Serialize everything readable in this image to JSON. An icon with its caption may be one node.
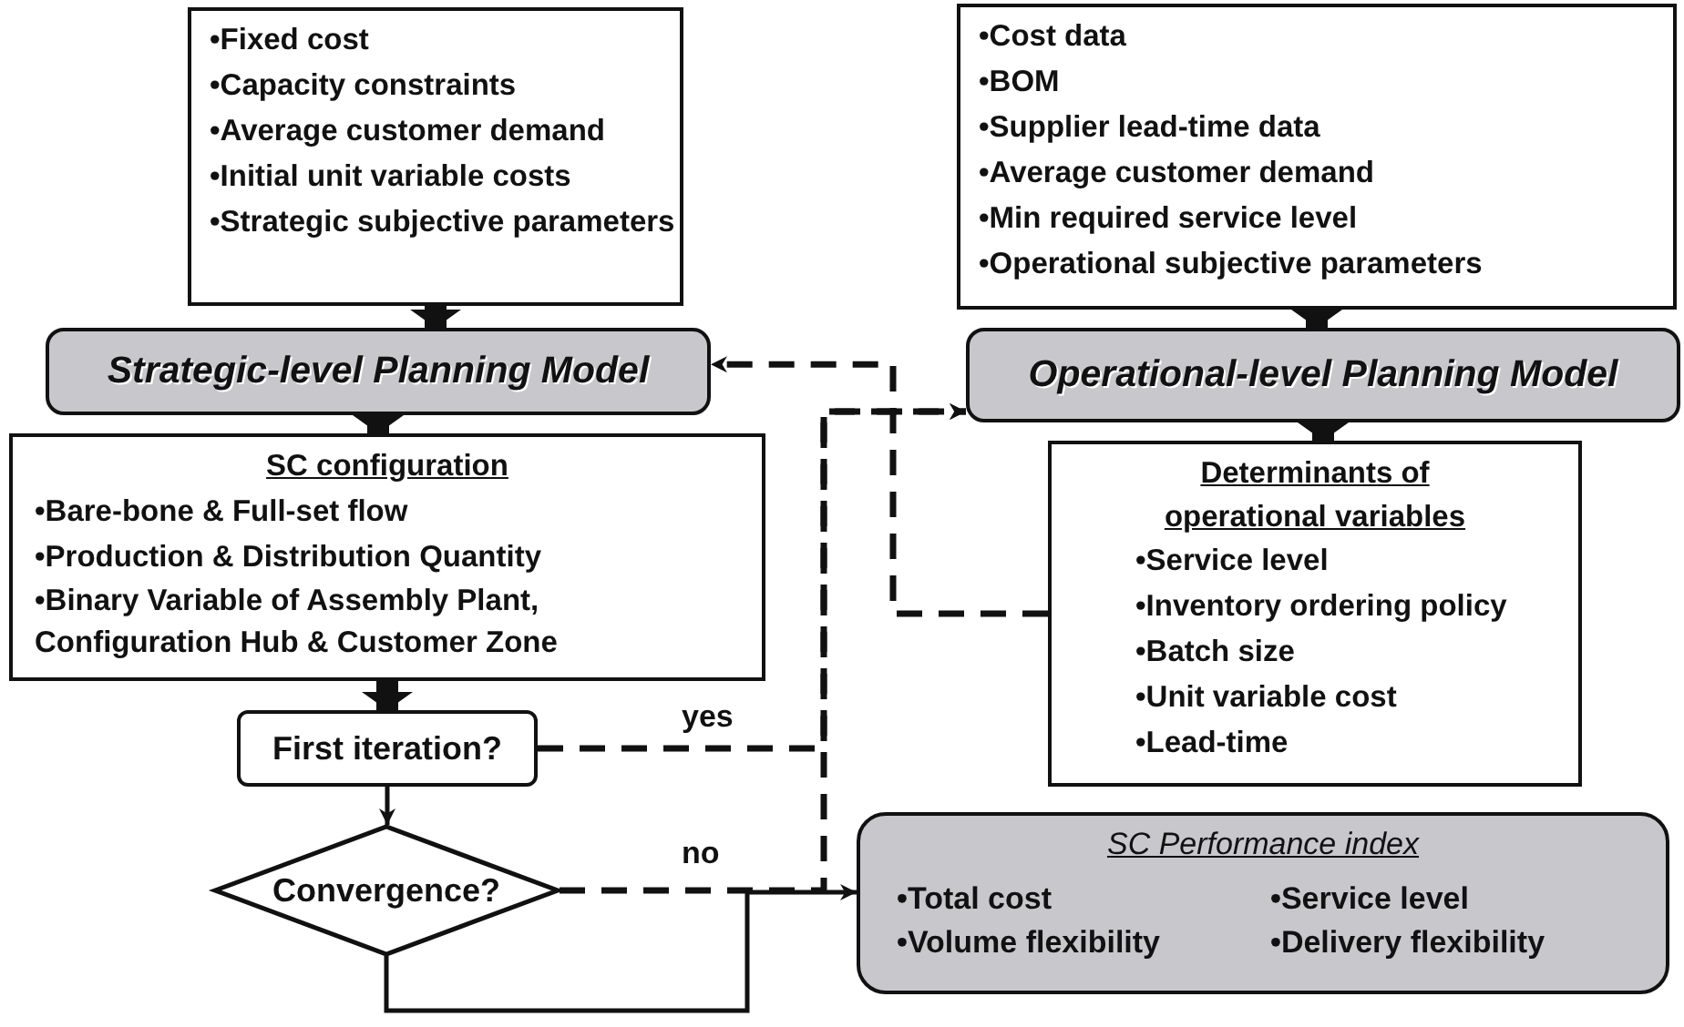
{
  "diagram": {
    "nodes": [
      {
        "text": [
          "•Fixed cost",
          "•Capacity constraints",
          "•Average customer demand",
          "•Initial unit variable costs",
          "•Strategic subjective parameters"
        ]
      },
      {
        "text": [
          "Strategic-level Planning Model"
        ]
      },
      {
        "text": [
          "SC configuration",
          "•Bare-bone & Full-set flow",
          "•Production & Distribution Quantity",
          "•Binary Variable of Assembly Plant, Configuration Hub & Customer Zone"
        ]
      },
      {
        "text": [
          "First iteration?"
        ]
      },
      {
        "text": [
          "Convergence?"
        ]
      },
      {
        "text": [
          "•Cost data",
          "•BOM",
          "•Supplier lead-time data",
          "•Average customer demand",
          "•Min required service level",
          "•Operational subjective parameters"
        ]
      },
      {
        "text": [
          "Operational-level Planning Model"
        ]
      },
      {
        "text": [
          "Determinants of operational variables",
          "•Service level",
          "•Inventory ordering policy",
          "•Batch size",
          "•Unit variable cost",
          "•Lead-time"
        ]
      },
      {
        "text": [
          "SC Performance index",
          "•Total cost",
          "•Service level",
          "•Volume flexibility",
          "•Delivery flexibility"
        ]
      }
    ],
    "edges": [
      {
        "from": 0,
        "to": 1,
        "arrow": "to",
        "style": "thick"
      },
      {
        "from": 1,
        "to": 2,
        "arrow": "to",
        "style": "thick"
      },
      {
        "from": 2,
        "to": 3,
        "arrow": "to",
        "style": "thick"
      },
      {
        "from": 5,
        "to": 6,
        "arrow": "to",
        "style": "thick"
      },
      {
        "from": 6,
        "to": 7,
        "arrow": "to",
        "style": "thick"
      },
      {
        "from": 3,
        "to": 4,
        "arrow": "to"
      },
      {
        "from": 3,
        "to": 6,
        "arrow": "to",
        "label": "yes",
        "style": "dashed"
      },
      {
        "from": 4,
        "to": 6,
        "arrow": "to",
        "label": "no",
        "style": "dashed"
      },
      {
        "from": 7,
        "to": 1,
        "arrow": "to",
        "style": "dashed"
      },
      {
        "from": 4,
        "to": 8,
        "arrow": "to"
      }
    ]
  }
}
